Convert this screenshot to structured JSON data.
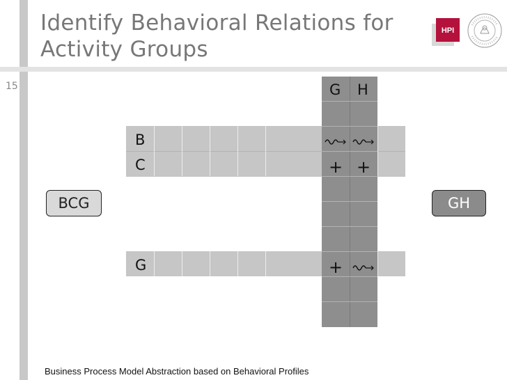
{
  "title": "Identify Behavioral Relations for Activity Groups",
  "page_number": "15",
  "column_headers": [
    "G",
    "H"
  ],
  "rows": [
    {
      "label": "B",
      "G": "weak-order-icon",
      "H": "weak-order-icon"
    },
    {
      "label": "C",
      "G": "+",
      "H": "+"
    },
    {
      "label": "G",
      "G": "+",
      "H": "weak-order-icon"
    }
  ],
  "boxes": {
    "left": "BCG",
    "right": "GH"
  },
  "footer": "Business Process Model Abstraction based on Behavioral Profiles",
  "logo": {
    "text": "HPI",
    "color": "#b4123c"
  },
  "colors": {
    "row_fill": "#c6c6c6",
    "column_fill": "#8e8e8e",
    "title": "#777777"
  }
}
